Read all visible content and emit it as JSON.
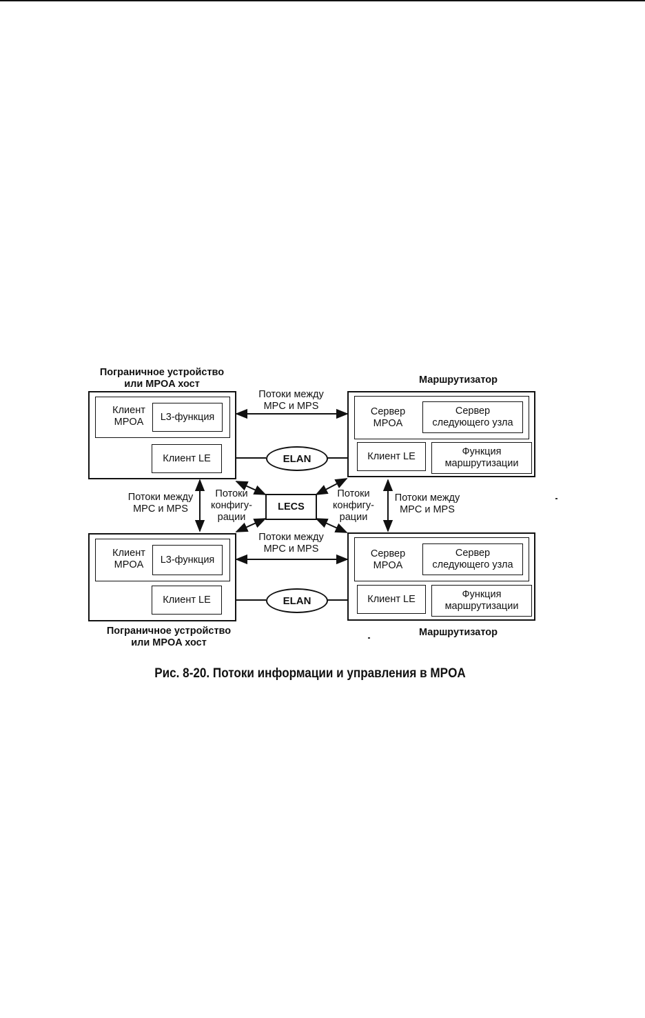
{
  "figure": {
    "caption": "Рис. 8-20. Потоки информации и управления в MPOA",
    "edge_device_top_title": "Пограничное устройство\nили MPOA хост",
    "edge_device_bottom_title": "Пограничное устройство\nили MPOA хост",
    "router_top_title": "Маршрутизатор",
    "router_bottom_title": "Маршрутизатор",
    "left_top": {
      "mpc": "Клиент\nMPOA",
      "l3": "L3-функция",
      "le_client": "Клиент LE"
    },
    "left_bottom": {
      "mpc": "Клиент\nMPOA",
      "l3": "L3-функция",
      "le_client": "Клиент LE"
    },
    "right_top": {
      "mps": "Сервер\nMPOA",
      "nhs": "Сервер\nследующего узла",
      "le_client": "Клиент LE",
      "routing": "Функция\nмаршрутизации"
    },
    "right_bottom": {
      "mps": "Сервер\nMPOA",
      "nhs": "Сервер\nследующего узла",
      "le_client": "Клиент LE",
      "routing": "Функция\nмаршрутизации"
    },
    "elan_top": "ELAN",
    "elan_bottom": "ELAN",
    "lecs": "LECS",
    "flow_top": "Потоки между\nMPC и MPS",
    "flow_bottom": "Потоки между\nMPC и MPS",
    "flow_left": "Потоки между\nMPC и MPS",
    "flow_right": "Потоки между\nMPC и MPS",
    "config_left": "Потоки\nконфигу-\nрации",
    "config_right": "Потоки\nконфигу-\nрации"
  }
}
